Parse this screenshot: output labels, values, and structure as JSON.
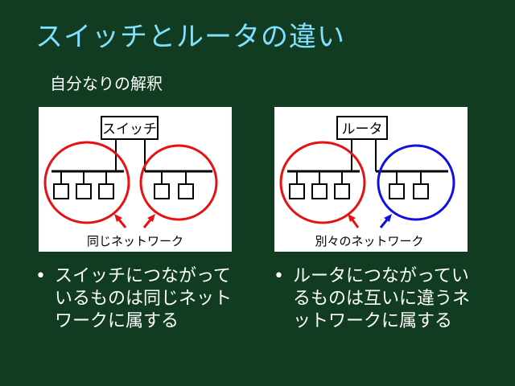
{
  "slide": {
    "title": "スイッチとルータの違い",
    "subtitle": "自分なりの解釈"
  },
  "left_diagram": {
    "device_label": "スイッチ",
    "caption": "同じネットワーク",
    "left_circle_color": "#e81010",
    "right_circle_color": "#e81010"
  },
  "right_diagram": {
    "device_label": "ルータ",
    "caption": "別々のネットワーク",
    "left_circle_color": "#e81010",
    "right_circle_color": "#1010e0"
  },
  "bullets": {
    "symbol": "•",
    "left_text": "スイッチにつながっているものは同じネットワークに属する",
    "right_text": "ルータにつながっているものは互いに違うネットワークに属する"
  }
}
